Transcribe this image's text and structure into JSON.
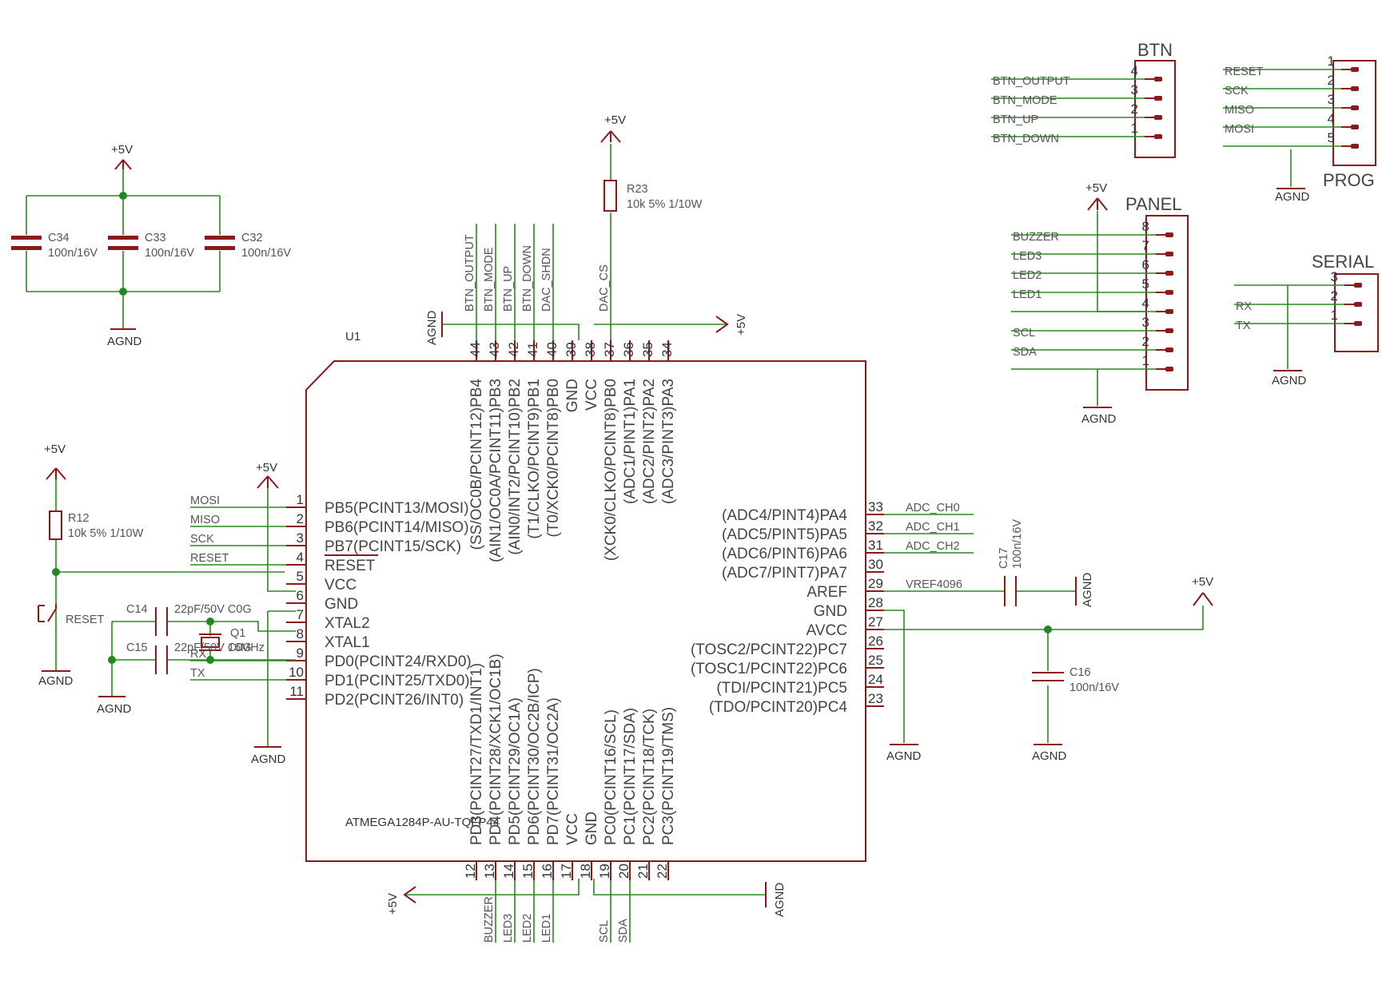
{
  "labels": {
    "u1_ref": "U1",
    "u1_part": "ATMEGA1284P-AU-TQFP44",
    "plus5v": "+5V",
    "agnd": "AGND"
  },
  "components": {
    "C34": {
      "name": "C34",
      "value": "100n/16V"
    },
    "C33": {
      "name": "C33",
      "value": "100n/16V"
    },
    "C32": {
      "name": "C32",
      "value": "100n/16V"
    },
    "R23": {
      "name": "R23",
      "value": "10k 5% 1/10W"
    },
    "R12": {
      "name": "R12",
      "value": "10k 5% 1/10W"
    },
    "RESET_SW": {
      "name": "RESET"
    },
    "C14": {
      "name": "C14",
      "value": "22pF/50V C0G"
    },
    "C15": {
      "name": "C15",
      "value": "22pF/50V C0G"
    },
    "Q1": {
      "name": "Q1",
      "value": "16MHz"
    },
    "C17": {
      "name": "C17",
      "value": "100n/16V"
    },
    "C16": {
      "name": "C16",
      "value": "100n/16V"
    }
  },
  "u1_pins": {
    "left": [
      {
        "num": "1",
        "name": "PB5(PCINT13/MOSI)",
        "net": "MOSI"
      },
      {
        "num": "2",
        "name": "PB6(PCINT14/MISO)",
        "net": "MISO"
      },
      {
        "num": "3",
        "name": "PB7(PCINT15/SCK)",
        "net": "SCK"
      },
      {
        "num": "4",
        "name": "RESET",
        "net": "RESET"
      },
      {
        "num": "5",
        "name": "VCC",
        "net": ""
      },
      {
        "num": "6",
        "name": "GND",
        "net": ""
      },
      {
        "num": "7",
        "name": "XTAL2",
        "net": ""
      },
      {
        "num": "8",
        "name": "XTAL1",
        "net": ""
      },
      {
        "num": "9",
        "name": "PD0(PCINT24/RXD0)",
        "net": "RX"
      },
      {
        "num": "10",
        "name": "PD1(PCINT25/TXD0)",
        "net": "TX"
      },
      {
        "num": "11",
        "name": "PD2(PCINT26/INT0)",
        "net": ""
      }
    ],
    "right": [
      {
        "num": "33",
        "name": "(ADC4/PINT4)PA4",
        "net": "ADC_CH0"
      },
      {
        "num": "32",
        "name": "(ADC5/PINT5)PA5",
        "net": "ADC_CH1"
      },
      {
        "num": "31",
        "name": "(ADC6/PINT6)PA6",
        "net": "ADC_CH2"
      },
      {
        "num": "30",
        "name": "(ADC7/PINT7)PA7",
        "net": ""
      },
      {
        "num": "29",
        "name": "AREF",
        "net": "VREF4096"
      },
      {
        "num": "28",
        "name": "GND",
        "net": ""
      },
      {
        "num": "27",
        "name": "AVCC",
        "net": ""
      },
      {
        "num": "26",
        "name": "(TOSC2/PCINT22)PC7",
        "net": ""
      },
      {
        "num": "25",
        "name": "(TOSC1/PCINT22)PC6",
        "net": ""
      },
      {
        "num": "24",
        "name": "(TDI/PCINT21)PC5",
        "net": ""
      },
      {
        "num": "23",
        "name": "(TDO/PCINT20)PC4",
        "net": ""
      }
    ],
    "top": [
      {
        "num": "44",
        "name": "(SS/OC0B/PCINT12)PB4",
        "net": "BTN_OUTPUT"
      },
      {
        "num": "43",
        "name": "(AIN1/OC0A/PCINT11)PB3",
        "net": "BTN_MODE"
      },
      {
        "num": "42",
        "name": "(AIN0/INT2/PCINT10)PB2",
        "net": "BTN_UP"
      },
      {
        "num": "41",
        "name": "(T1/CLKO/PCINT9)PB1",
        "net": "BTN_DOWN"
      },
      {
        "num": "40",
        "name": "(T0/XCK0/PCINT8)PB0",
        "net": "DAC_SHDN"
      },
      {
        "num": "39",
        "name": "GND",
        "net": ""
      },
      {
        "num": "38",
        "name": "VCC",
        "net": ""
      },
      {
        "num": "37",
        "name": "(XCK0/CLKO/PCINT8)PB0",
        "net": "DAC_CS"
      },
      {
        "num": "36",
        "name": "(ADC1/PINT1)PA1",
        "net": ""
      },
      {
        "num": "35",
        "name": "(ADC2/PINT2)PA2",
        "net": ""
      },
      {
        "num": "34",
        "name": "(ADC3/PINT3)PA3",
        "net": ""
      }
    ],
    "bottom": [
      {
        "num": "12",
        "name": "PD3(PCINT27/TXD1/INT1)",
        "net": ""
      },
      {
        "num": "13",
        "name": "PD4(PCINT28/XCK1/OC1B)",
        "net": "BUZZER"
      },
      {
        "num": "14",
        "name": "PD5(PCINT29/OC1A)",
        "net": "LED3"
      },
      {
        "num": "15",
        "name": "PD6(PCINT30/OC2B/ICP)",
        "net": "LED2"
      },
      {
        "num": "16",
        "name": "PD7(PCINT31/OC2A)",
        "net": "LED1"
      },
      {
        "num": "17",
        "name": "VCC",
        "net": ""
      },
      {
        "num": "18",
        "name": "GND",
        "net": ""
      },
      {
        "num": "19",
        "name": "PC0(PCINT16/SCL)",
        "net": "SCL"
      },
      {
        "num": "20",
        "name": "PC1(PCINT17/SDA)",
        "net": "SDA"
      },
      {
        "num": "21",
        "name": "PC2(PCINT18/TCK)",
        "net": ""
      },
      {
        "num": "22",
        "name": "PC3(PCINT19/TMS)",
        "net": ""
      }
    ]
  },
  "connectors": {
    "BTN": {
      "title": "BTN",
      "pins": [
        {
          "num": "4",
          "net": "BTN_OUTPUT"
        },
        {
          "num": "3",
          "net": "BTN_MODE"
        },
        {
          "num": "2",
          "net": "BTN_UP"
        },
        {
          "num": "1",
          "net": "BTN_DOWN"
        }
      ]
    },
    "PROG": {
      "title": "PROG",
      "pins": [
        {
          "num": "1",
          "net": "RESET"
        },
        {
          "num": "2",
          "net": "SCK"
        },
        {
          "num": "3",
          "net": "MISO"
        },
        {
          "num": "4",
          "net": "MOSI"
        },
        {
          "num": "5",
          "net": ""
        }
      ]
    },
    "PANEL": {
      "title": "PANEL",
      "pins": [
        {
          "num": "8",
          "net": "BUZZER"
        },
        {
          "num": "7",
          "net": "LED3"
        },
        {
          "num": "6",
          "net": "LED2"
        },
        {
          "num": "5",
          "net": "LED1"
        },
        {
          "num": "4",
          "net": ""
        },
        {
          "num": "3",
          "net": "SCL"
        },
        {
          "num": "2",
          "net": "SDA"
        },
        {
          "num": "1",
          "net": ""
        }
      ]
    },
    "SERIAL": {
      "title": "SERIAL",
      "pins": [
        {
          "num": "3",
          "net": ""
        },
        {
          "num": "2",
          "net": "RX"
        },
        {
          "num": "1",
          "net": "TX"
        }
      ]
    }
  },
  "colors": {
    "wire": "#2a8a1e",
    "symbol": "#8b1a1a",
    "text": "#444444"
  }
}
